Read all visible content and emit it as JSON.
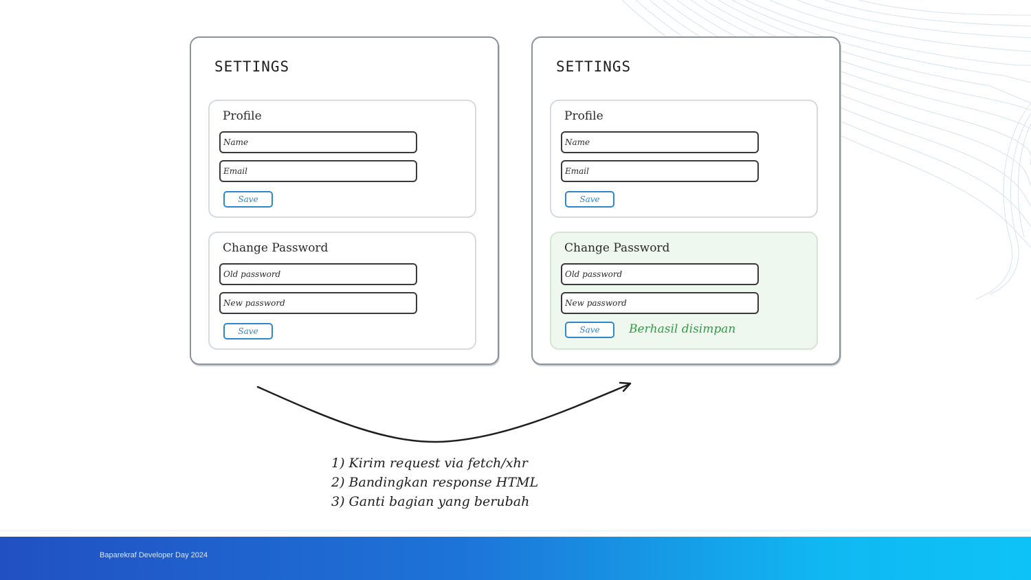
{
  "colors": {
    "accent": "#2f86c9",
    "success": "#2f9e44",
    "success_bg": "#eef8ee",
    "footer_start": "#2150c2",
    "footer_end": "#0dc2f7"
  },
  "panels": [
    {
      "title": "SETTINGS",
      "profile": {
        "heading": "Profile",
        "name_placeholder": "Name",
        "email_placeholder": "Email",
        "save_label": "Save"
      },
      "password": {
        "heading": "Change Password",
        "old_placeholder": "Old password",
        "new_placeholder": "New password",
        "save_label": "Save"
      }
    },
    {
      "title": "SETTINGS",
      "profile": {
        "heading": "Profile",
        "name_placeholder": "Name",
        "email_placeholder": "Email",
        "save_label": "Save"
      },
      "password": {
        "heading": "Change Password",
        "old_placeholder": "Old password",
        "new_placeholder": "New password",
        "save_label": "Save",
        "success_message": "Berhasil disimpan"
      }
    }
  ],
  "steps": [
    "1) Kirim request via fetch/xhr",
    "2) Bandingkan response HTML",
    "3) Ganti bagian yang berubah"
  ],
  "footer": {
    "text": "Baparekraf Developer Day 2024"
  }
}
